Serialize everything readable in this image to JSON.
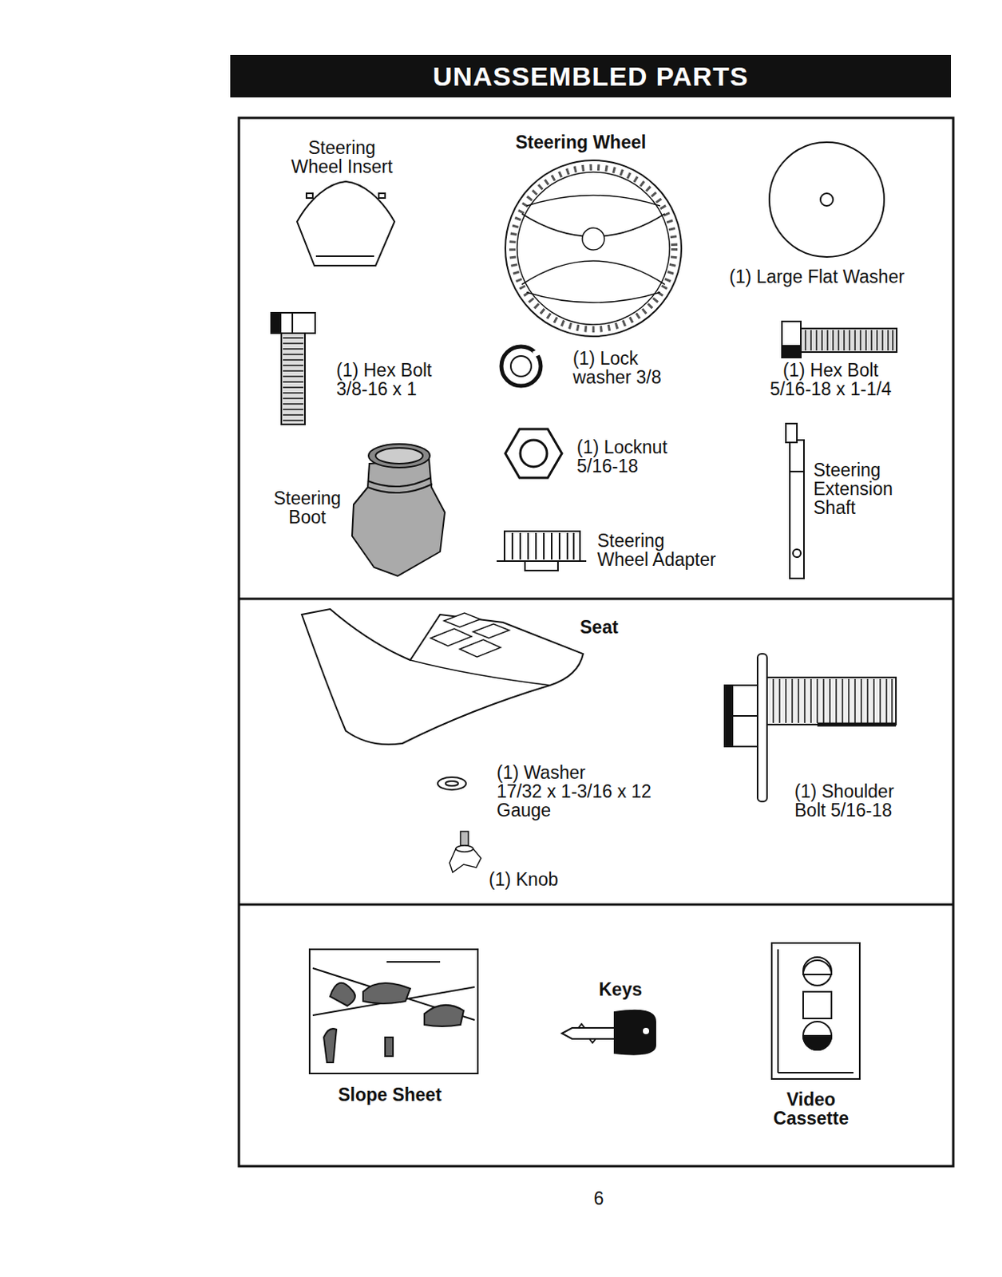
{
  "diagram": {
    "title": "UNASSEMBLED PARTS",
    "labels": [
      "Steering Wheel Insert",
      "Steering Wheel",
      "(1) Large Flat Washer",
      "(1) Hex Bolt 3/8-16 x 1",
      "(1) Lock washer 3/8",
      "(1) Hex Bolt 5/16-18 x 1-1/4",
      "(1) Locknut 5/16-18",
      "Steering Extension Shaft",
      "Steering Boot",
      "Steering Wheel Adapter",
      "Seat",
      "(1) Washer 17/32 x 1-3/16 x 12 Gauge",
      "(1) Shoulder Bolt 5/16-18",
      "(1) Knob",
      "Slope Sheet",
      "Keys",
      "Video Cassette",
      "6"
    ]
  }
}
